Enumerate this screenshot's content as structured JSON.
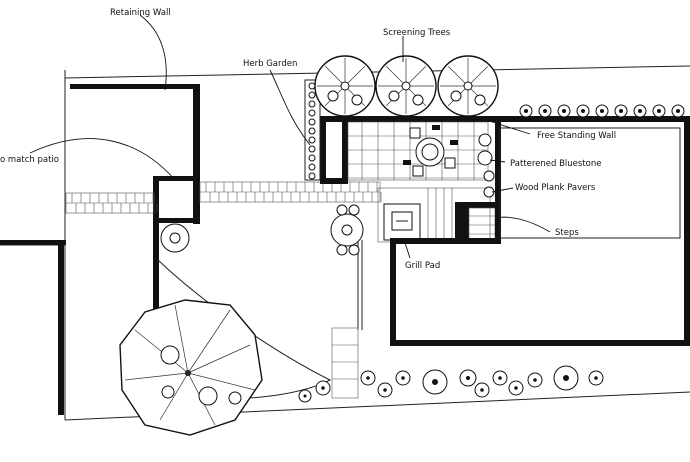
{
  "labels": {
    "retaining_wall": "Retaining Wall",
    "screening_trees": "Screening Trees",
    "herb_garden": "Herb Garden",
    "match_patio": "o match patio",
    "free_standing_wall": "Free Standing Wall",
    "patterned_bluestone": "Patterened Bluestone",
    "wood_plank_pavers": "Wood Plank Pavers",
    "steps": "Steps",
    "grill_pad": "Grill Pad"
  },
  "colors": {
    "ink": "#111111",
    "paper": "#ffffff"
  }
}
